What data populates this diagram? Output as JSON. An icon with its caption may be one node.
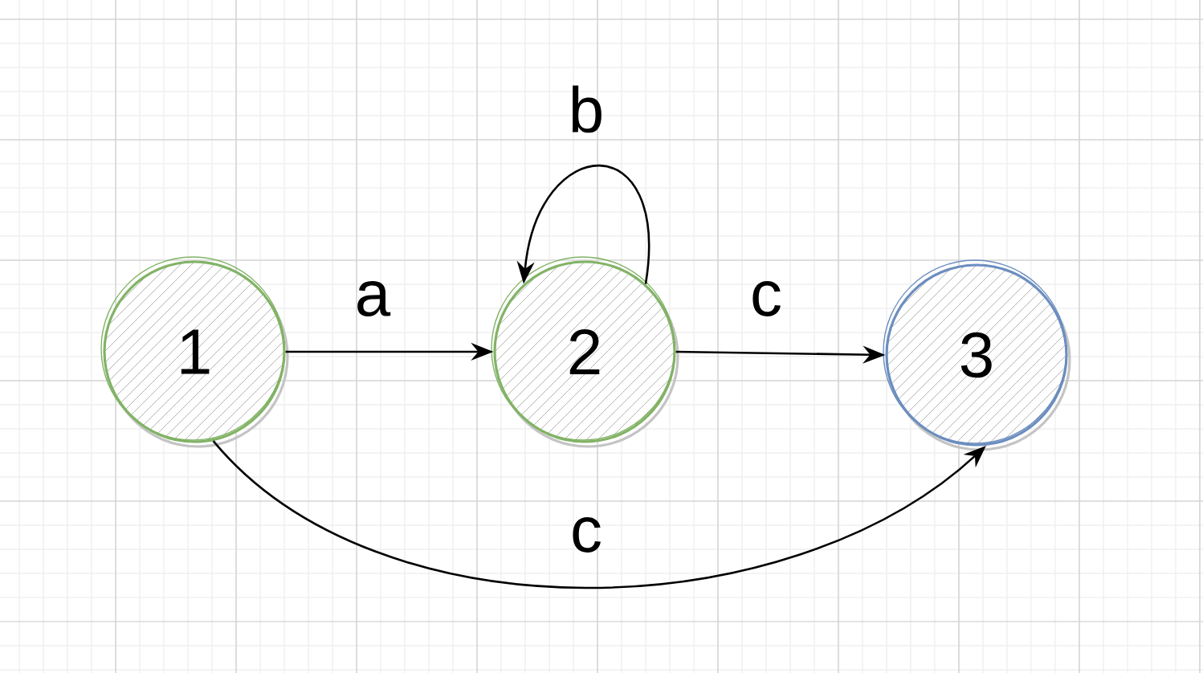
{
  "diagram": {
    "nodes": [
      {
        "text": [
          "1"
        ]
      },
      {
        "text": [
          "2"
        ]
      },
      {
        "text": [
          "3"
        ]
      }
    ],
    "edges": [
      {
        "from": 0,
        "to": 1,
        "arrow": "to",
        "label": "a"
      },
      {
        "from": 1,
        "to": 1,
        "arrow": "to",
        "label": "b"
      },
      {
        "from": 1,
        "to": 2,
        "arrow": "to",
        "label": "c"
      },
      {
        "from": 0,
        "to": 2,
        "arrow": "to",
        "label": "c"
      }
    ]
  }
}
